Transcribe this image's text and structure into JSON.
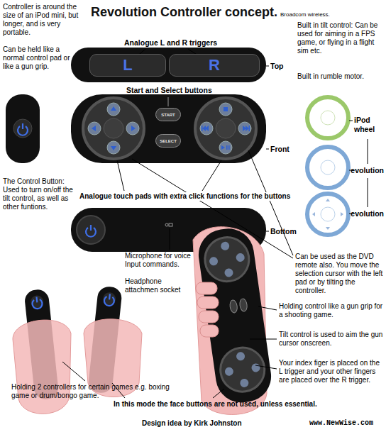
{
  "diagram": {
    "title": "Revolution Controller concept.",
    "nodes": [
      {
        "text": [
          "L"
        ]
      },
      {
        "text": [
          "R"
        ]
      },
      {
        "text": [
          "START"
        ]
      },
      {
        "text": [
          "SELECT"
        ]
      }
    ],
    "labels": [
      "Broadcom wireless.",
      "Controller is around the size of an iPod mini, but longer, and is very portable.",
      "Can be held like a normal control pad or like a gun grip.",
      "Analogue L and R triggers",
      "Top",
      "Built in tilt control: Can be used for aiming in a FPS game, or flying in a flight sim etc.",
      "Built in rumble motor.",
      "Start and Select buttons",
      "Front",
      "iPod wheel",
      "evolution",
      "evolution",
      "The Control Button: Used to turn on/off the tilt control, as well as other funtions.",
      "Analogue touch pads with extra click functions for the buttons",
      "Bottom",
      "Microphone for voice Input commands.",
      "Headphone attachmen socket",
      "Can be used as the DVD remote also. You move the selection cursor with the left pad or by tilting the controller.",
      "Holding control like a gun grip for a shooting game.",
      "Tilt control is used to aim the gun cursor onscreen.",
      "Your index figer is placed on the L trigger and your other fingers are placed over the R trigger.",
      "Holding 2 controllers for certain games e.g. boxing game or drum/bongo game.",
      "In this mode the face buttons are not used, unless essential.",
      "Design idea by Kirk Johnston",
      "www.NewWise.com"
    ]
  }
}
